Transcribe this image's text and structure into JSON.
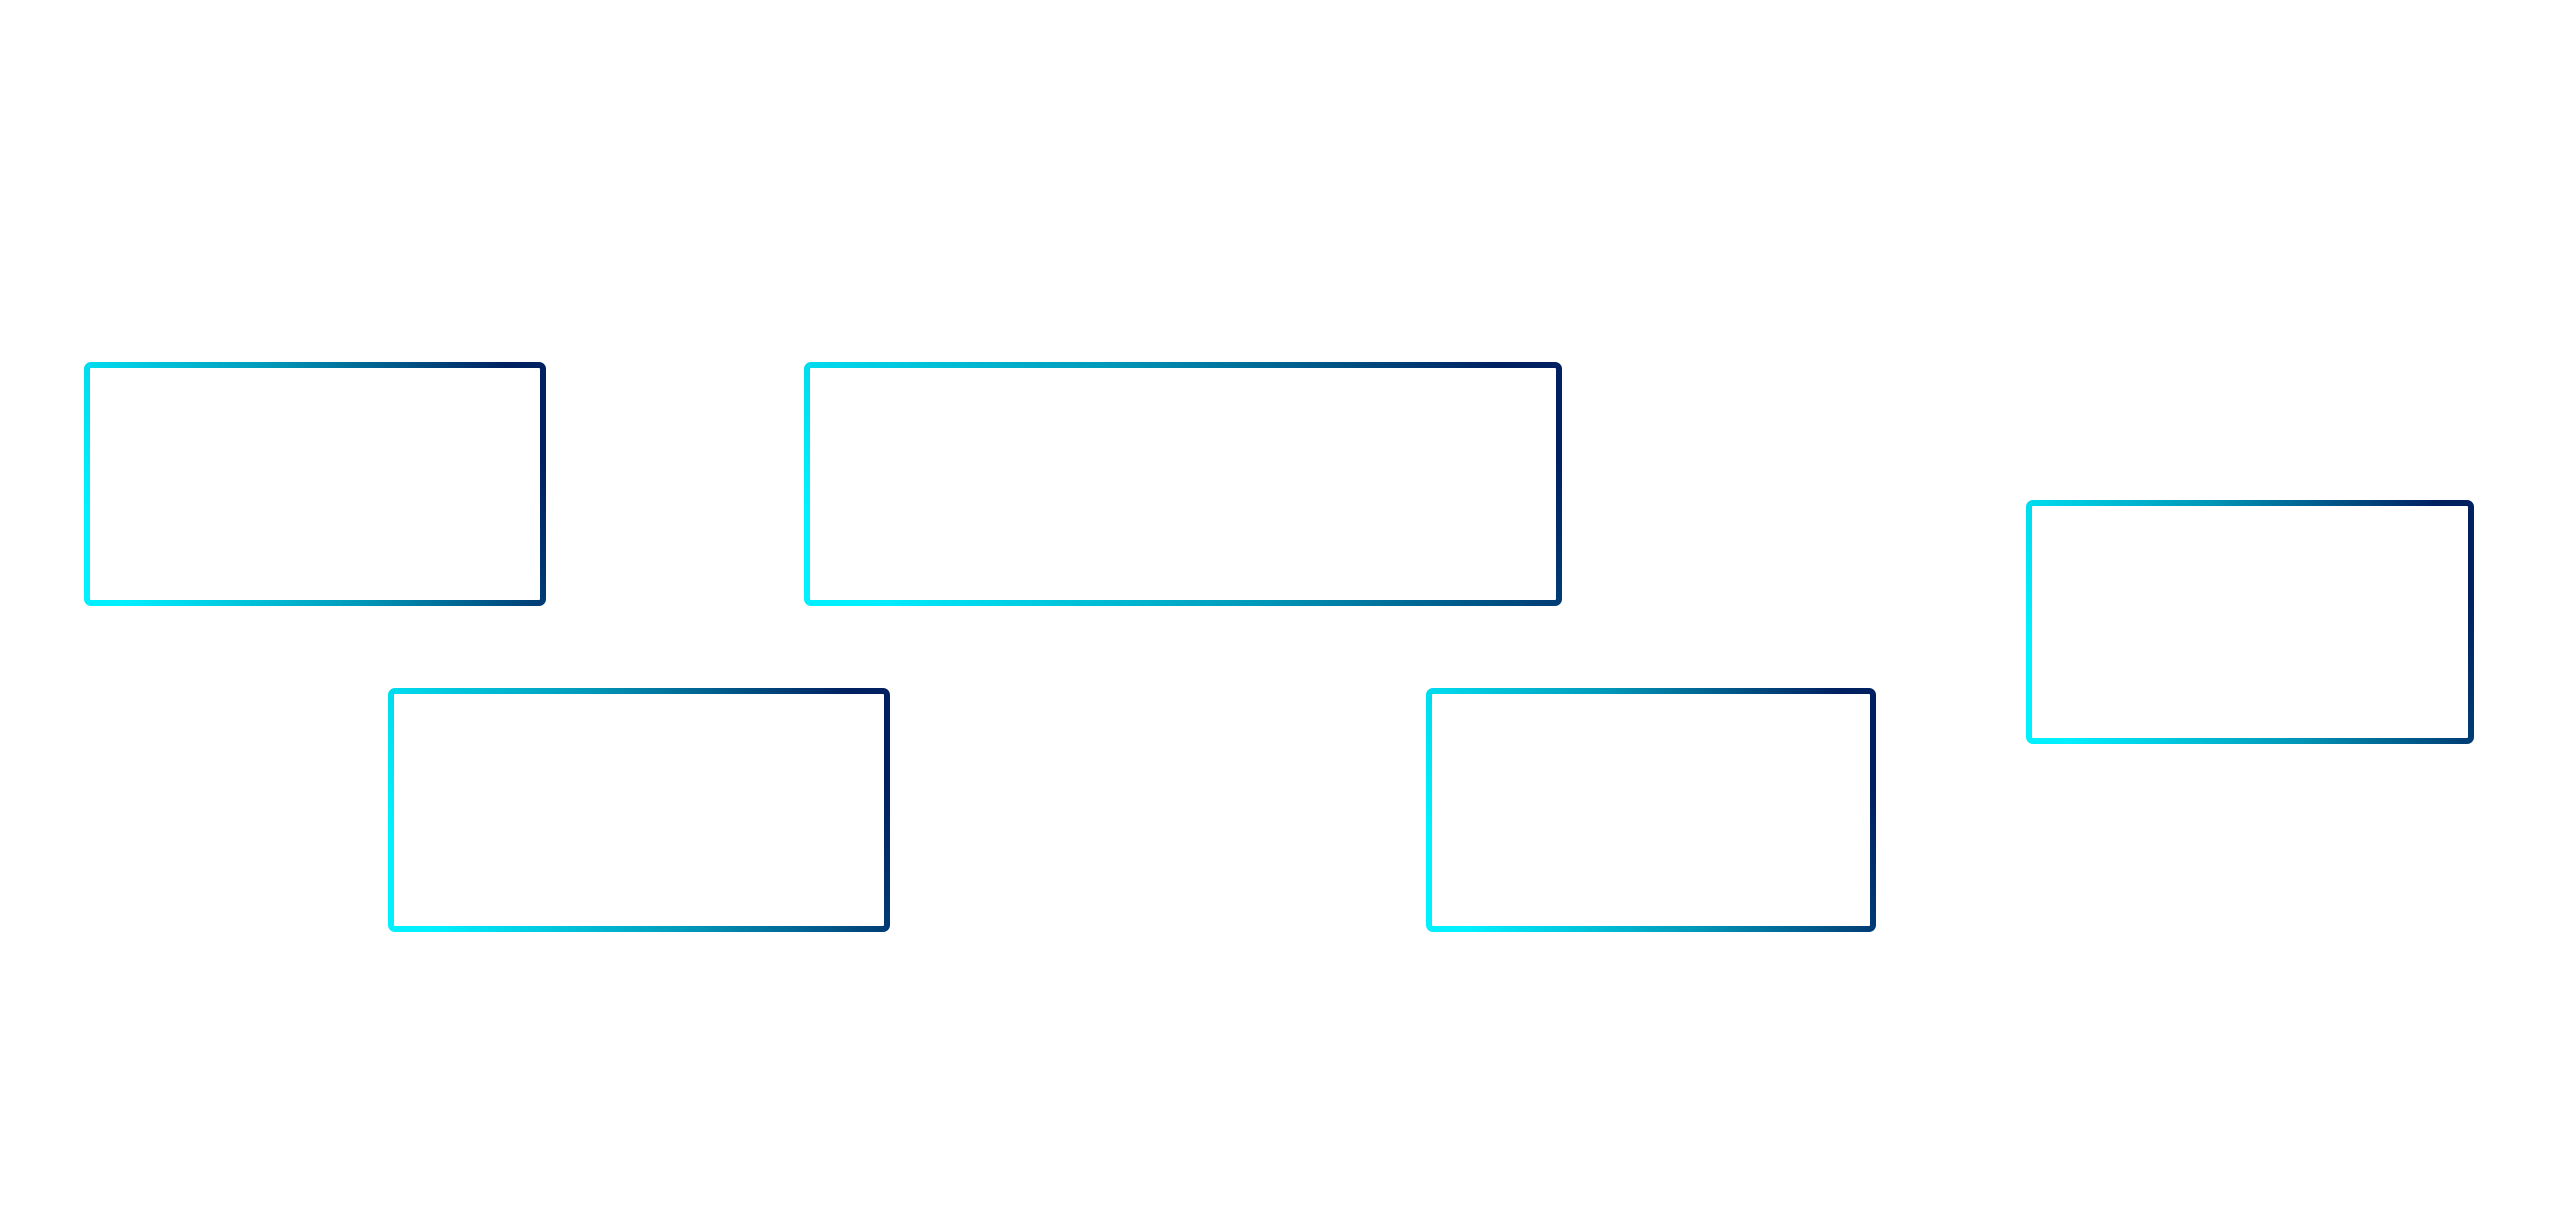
{
  "diagram": {
    "title": "",
    "stroke_gradient": {
      "start_color": "#00F0FF",
      "mid_color": "#0098B8",
      "end_color": "#002060"
    },
    "background_color": "#FFFFFF",
    "nodes": [
      {
        "id": "box-1",
        "label": ""
      },
      {
        "id": "box-2",
        "label": ""
      },
      {
        "id": "box-3",
        "label": ""
      },
      {
        "id": "box-4",
        "label": ""
      },
      {
        "id": "box-5",
        "label": ""
      }
    ]
  }
}
